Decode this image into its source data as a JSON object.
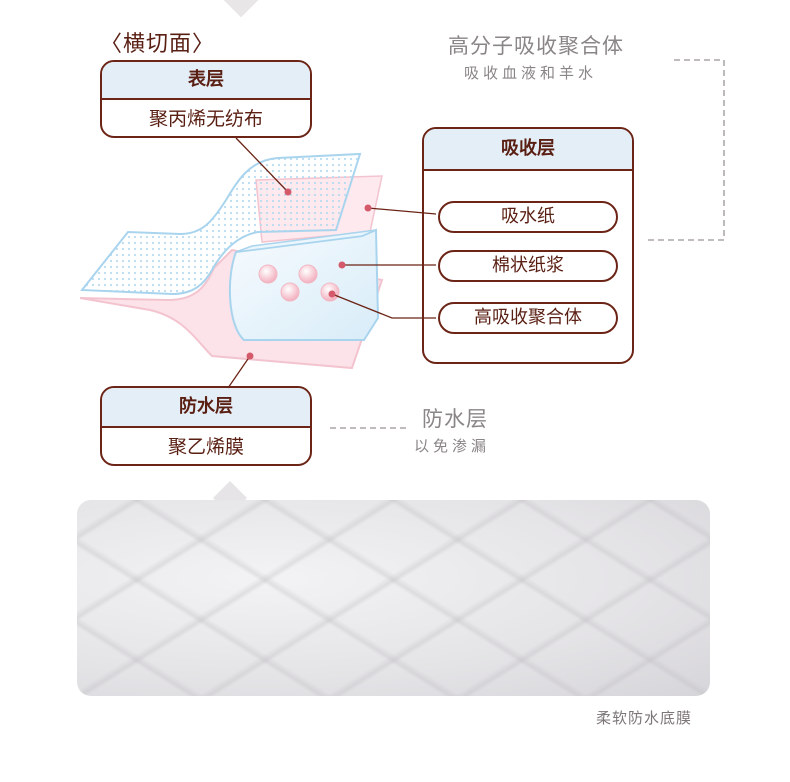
{
  "section_title": "〈横切面〉",
  "layers": {
    "surface": {
      "title": "表层",
      "material": "聚丙烯无纺布"
    },
    "absorb": {
      "title": "吸收层",
      "items": [
        "吸水纸",
        "棉状纸浆",
        "高吸收聚合体"
      ]
    },
    "waterproof": {
      "title": "防水层",
      "material": "聚乙烯膜"
    }
  },
  "notes": {
    "polymer": {
      "title": "高分子吸收聚合体",
      "subtitle": "吸收血液和羊水"
    },
    "waterproof": {
      "title": "防水层",
      "subtitle": "以免渗漏"
    }
  },
  "photo_caption": "柔软防水底膜",
  "colors": {
    "brown": "#5a1f13",
    "label_head": "#e4eef7",
    "layer_blue": "#a9d4ee",
    "layer_pink": "#f3c4cf",
    "annotation_gray": "#8a8586"
  }
}
